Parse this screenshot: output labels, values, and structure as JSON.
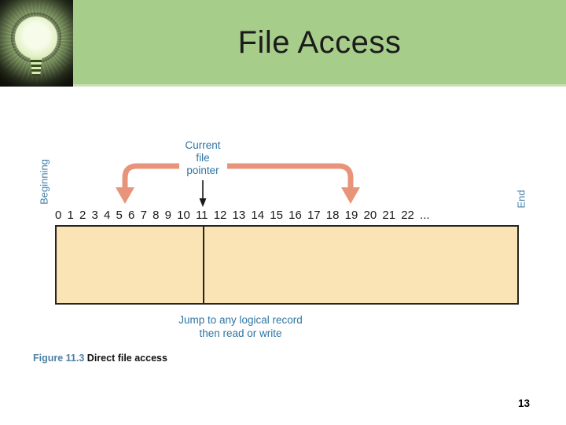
{
  "slide": {
    "title": "File Access",
    "page_number": "13"
  },
  "banner": {
    "image": "glowing-lightbulb"
  },
  "diagram": {
    "beginning_label": "Beginning",
    "end_label": "End",
    "pointer_label": "Current\nfile\npointer",
    "index_scale": "0 1 2 3 4 5 6 7 8 9 10 11 12 13 14 15 16 17 18 19 20 21 22 ...",
    "jump_caption": "Jump to any logical record\nthen read or write"
  },
  "figure": {
    "label": "Figure 11.3",
    "caption": "Direct file access"
  },
  "colors": {
    "banner_green": "#a7cd8b",
    "banner_edge": "#c9dfb3",
    "title_text": "#1c1c1c",
    "arrow_salmon": "#e8947a",
    "diagram_text": "#2e75a3",
    "axis_label": "#4381a9",
    "file_fill": "#fae3b4",
    "figure_label": "#4d80a4"
  }
}
